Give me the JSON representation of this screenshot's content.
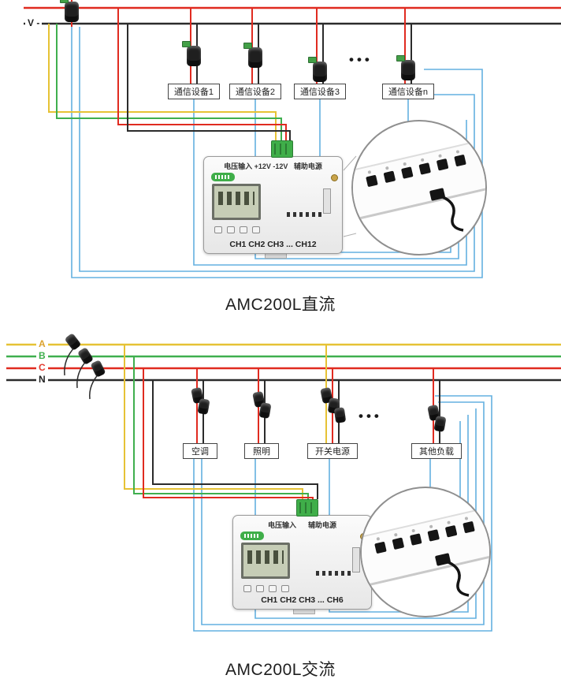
{
  "dc": {
    "bus_label": "V -",
    "devices": [
      "通信设备1",
      "通信设备2",
      "通信设备3",
      "通信设备n"
    ],
    "ellipsis": "•••",
    "meter": {
      "top_label": "电压输入 +12V -12V   辅助电源",
      "channels_label": "CH1 CH2 CH3 ... CH12"
    },
    "caption": "AMC200L直流"
  },
  "ac": {
    "phases": [
      "A",
      "B",
      "C",
      "N"
    ],
    "phase_colors": {
      "A": "#dba22e",
      "B": "#3faf4e",
      "C": "#e23b30",
      "N": "#222222"
    },
    "loads": [
      "空调",
      "照明",
      "开关电源",
      "其他负载"
    ],
    "ellipsis": "•••",
    "meter": {
      "top_label": "电压输入      辅助电源",
      "channels_label": "CH1 CH2 CH3 ... CH6"
    },
    "caption": "AMC200L交流"
  },
  "wire_colors": {
    "red": "#e02b20",
    "black": "#2b2b2b",
    "yellow": "#e6c235",
    "green": "#3faf4e",
    "blue": "#64b0e0"
  }
}
